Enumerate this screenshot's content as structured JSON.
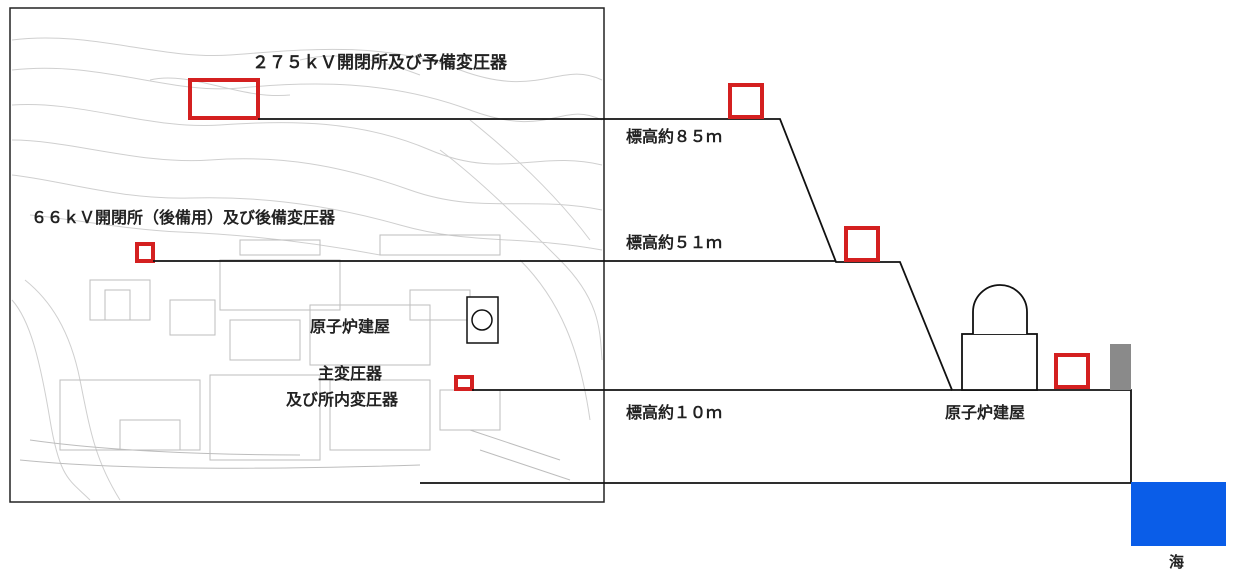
{
  "labels": {
    "switchyard_275": "２７５ｋＶ開閉所及び予備変圧器",
    "switchyard_66": "６６ｋＶ開閉所（後備用）及び後備変圧器",
    "reactor_map": "原子炉建屋",
    "main_transformer_line1": "主変圧器",
    "main_transformer_line2": "及び所内変圧器",
    "elev_85": "標高約８５ｍ",
    "elev_51": "標高約５１ｍ",
    "elev_10": "標高約１０ｍ",
    "reactor_section": "原子炉建屋",
    "sea": "海"
  },
  "colors": {
    "marker": "#d42020",
    "sea": "#0a5de8",
    "seawall": "#8a8a8a",
    "line": "#111111",
    "map_contours": "#c9c9c9"
  }
}
